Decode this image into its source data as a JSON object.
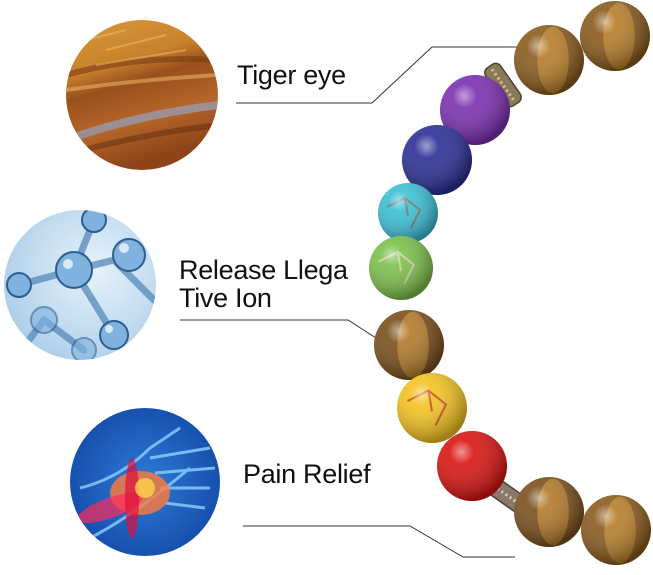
{
  "features": [
    {
      "id": "tiger-eye",
      "label_lines": [
        "Tiger eye"
      ],
      "icon": "tiger-eye-stone-icon"
    },
    {
      "id": "negative-ion",
      "label_lines": [
        "Release Llega",
        "Tive Ion"
      ],
      "icon": "molecule-icon"
    },
    {
      "id": "pain-relief",
      "label_lines": [
        "Pain Relief"
      ],
      "icon": "wrist-xray-icon"
    }
  ],
  "bracelet": {
    "beads": [
      {
        "name": "tiger-eye",
        "color": "#8a5a1c"
      },
      {
        "name": "tiger-eye",
        "color": "#8a5a1c"
      },
      {
        "name": "amethyst",
        "color": "#7a2fb0"
      },
      {
        "name": "lapis-lazuli",
        "color": "#2a2f95"
      },
      {
        "name": "turquoise",
        "color": "#3cbfd6"
      },
      {
        "name": "green-jasper",
        "color": "#7cc04a"
      },
      {
        "name": "tiger-eye",
        "color": "#7a4e1c"
      },
      {
        "name": "amber",
        "color": "#f3c21f"
      },
      {
        "name": "red-agate",
        "color": "#d8140f"
      },
      {
        "name": "tiger-eye",
        "color": "#7a4e1c"
      },
      {
        "name": "tiger-eye",
        "color": "#8a5a1c"
      }
    ],
    "spacer_color": "#8a7a5a"
  }
}
